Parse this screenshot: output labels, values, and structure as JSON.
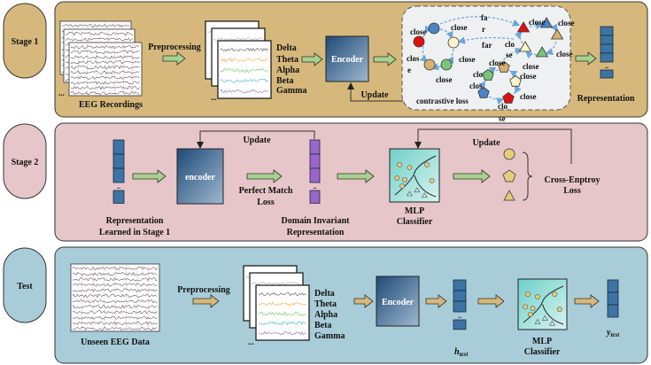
{
  "colors": {
    "stage1_bg": "#d6b87c",
    "stage2_bg": "#e6c6c9",
    "test_bg": "#a8cdd8",
    "arrow_green": "#a9d18e",
    "arrow_tan": "#d8b77a",
    "encoder_blue": "#2f5f8c",
    "vector_blue": "#3d74a6",
    "vector_purple": "#9a66cc"
  },
  "stages": {
    "stage1": "Stage 1",
    "stage2": "Stage 2",
    "test": "Test"
  },
  "stage1": {
    "eeg_label": "EEG Recordings",
    "ellipsis": "...",
    "preprocessing": "Preprocessing",
    "bands": [
      "Delta",
      "Theta",
      "Alpha",
      "Beta",
      "Gamma"
    ],
    "encoder": "Encoder",
    "update": "Update",
    "contrastive_loss": "contrastive loss",
    "representation": "Representation",
    "pair_labels": [
      "close",
      "close",
      "fa",
      "r",
      "close",
      "close",
      "far",
      "clo",
      "se",
      "clos",
      "e",
      "close",
      "close",
      "close",
      "close",
      "clo",
      "close",
      "clos",
      "close",
      "close",
      "clo",
      "se"
    ]
  },
  "stage2": {
    "rep_label_1": "Representation",
    "rep_label_2": "Learned in Stage 1",
    "encoder": "encoder",
    "update_1": "Update",
    "perfect_match_1": "Perfect Match",
    "perfect_match_2": "Loss",
    "domain_1": "Domain Invariant",
    "domain_2": "Representation",
    "mlp_1": "MLP",
    "mlp_2": "Classifier",
    "update_2": "Update",
    "ce_1": "Cross-Enptroy",
    "ce_2": "Loss"
  },
  "test": {
    "eeg_label": "Unseen EEG Data",
    "preprocessing": "Preprocessing",
    "bands": [
      "Delta",
      "Theta",
      "Alpha",
      "Beta",
      "Gamma"
    ],
    "ellipsis": "...",
    "encoder": "Encoder",
    "h_symbol": "h",
    "h_sub": "test",
    "mlp_1": "MLP",
    "mlp_2": "Classifier",
    "y_symbol": "y",
    "y_sub": "test"
  }
}
